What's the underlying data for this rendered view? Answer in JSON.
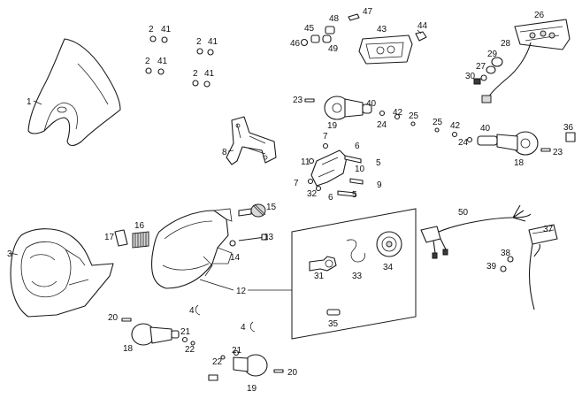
{
  "callouts": {
    "c1": "1",
    "c2a": "2",
    "c41a": "41",
    "c2b": "2",
    "c41b": "41",
    "c2c": "2",
    "c41c": "41",
    "c2d": "2",
    "c41d": "41",
    "c3": "3",
    "c4a": "4",
    "c4b": "4",
    "c5a": "5",
    "c5b": "5",
    "c6a": "6",
    "c6b": "6",
    "c7a": "7",
    "c7b": "7",
    "c8": "8",
    "c9": "9",
    "c10": "10",
    "c11": "11",
    "c12": "12",
    "c13": "13",
    "c14": "14",
    "c15": "15",
    "c16": "16",
    "c17": "17",
    "c18a": "18",
    "c18b": "18",
    "c19a": "19",
    "c19b": "19",
    "c20a": "20",
    "c20b": "20",
    "c21a": "21",
    "c21b": "21",
    "c22a": "22",
    "c22b": "22",
    "c23a": "23",
    "c23b": "23",
    "c24a": "24",
    "c24b": "24",
    "c25a": "25",
    "c25b": "25",
    "c26": "26",
    "c27": "27",
    "c28": "28",
    "c29": "29",
    "c30": "30",
    "c31": "31",
    "c32": "32",
    "c33": "33",
    "c34": "34",
    "c35": "35",
    "c36": "36",
    "c37": "37",
    "c38": "38",
    "c39": "39",
    "c40a": "40",
    "c40b": "40",
    "c42a": "42",
    "c42b": "42",
    "c43": "43",
    "c44": "44",
    "c45": "45",
    "c46": "46",
    "c47": "47",
    "c48": "48",
    "c49": "49",
    "c50": "50"
  }
}
